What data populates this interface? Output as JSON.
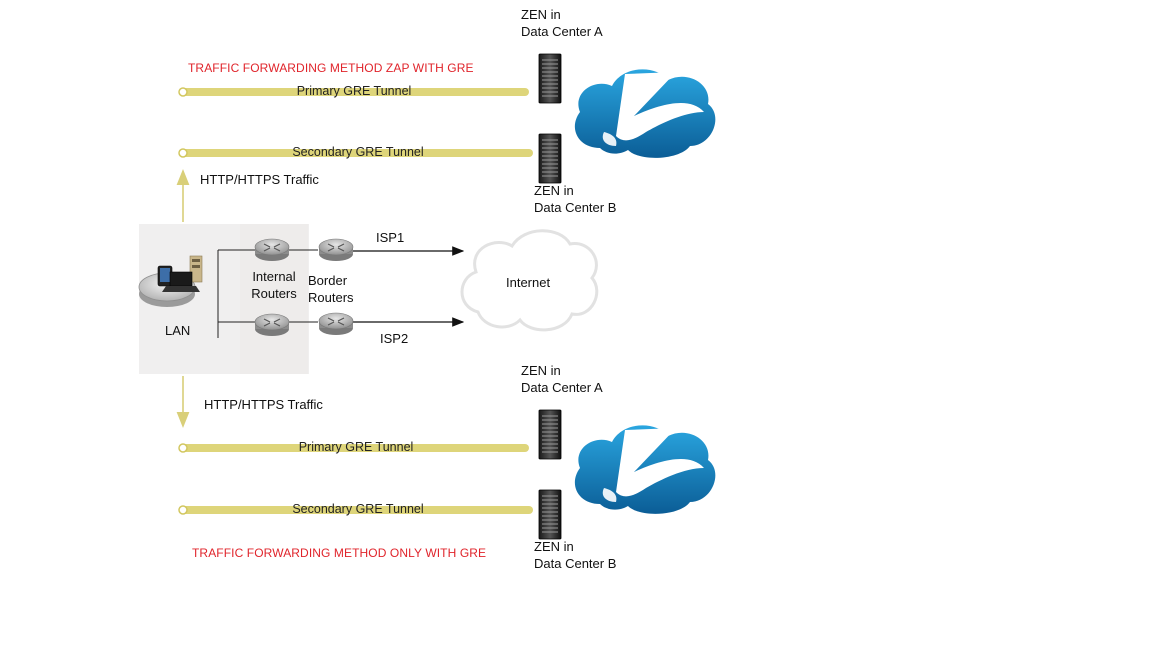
{
  "top": {
    "method_label": "TRAFFIC FORWARDING METHOD ZAP WITH GRE",
    "primary_tunnel": "Primary GRE Tunnel",
    "secondary_tunnel": "Secondary GRE Tunnel",
    "zen_a_line1": "ZEN in",
    "zen_a_line2": "Data Center A",
    "zen_b_line1": "ZEN in",
    "zen_b_line2": "Data Center B",
    "traffic_label": "HTTP/HTTPS Traffic"
  },
  "middle": {
    "lan_label": "LAN",
    "internal_routers_line1": "Internal",
    "internal_routers_line2": "Routers",
    "border_routers_line1": "Border",
    "border_routers_line2": "Routers",
    "isp1": "ISP1",
    "isp2": "ISP2",
    "internet": "Internet"
  },
  "bottom": {
    "method_label": "TRAFFIC FORWARDING METHOD ONLY WITH GRE",
    "primary_tunnel": "Primary GRE Tunnel",
    "secondary_tunnel": "Secondary GRE Tunnel",
    "zen_a_line1": "ZEN in",
    "zen_a_line2": "Data Center A",
    "zen_b_line1": "ZEN in",
    "zen_b_line2": "Data Center B",
    "traffic_label": "HTTP/HTTPS Traffic"
  },
  "colors": {
    "tunnel": "#ded57a",
    "method_label": "#e0242b",
    "cloud_blue": "#1b88c8",
    "cloud_dark": "#0f5e94"
  }
}
